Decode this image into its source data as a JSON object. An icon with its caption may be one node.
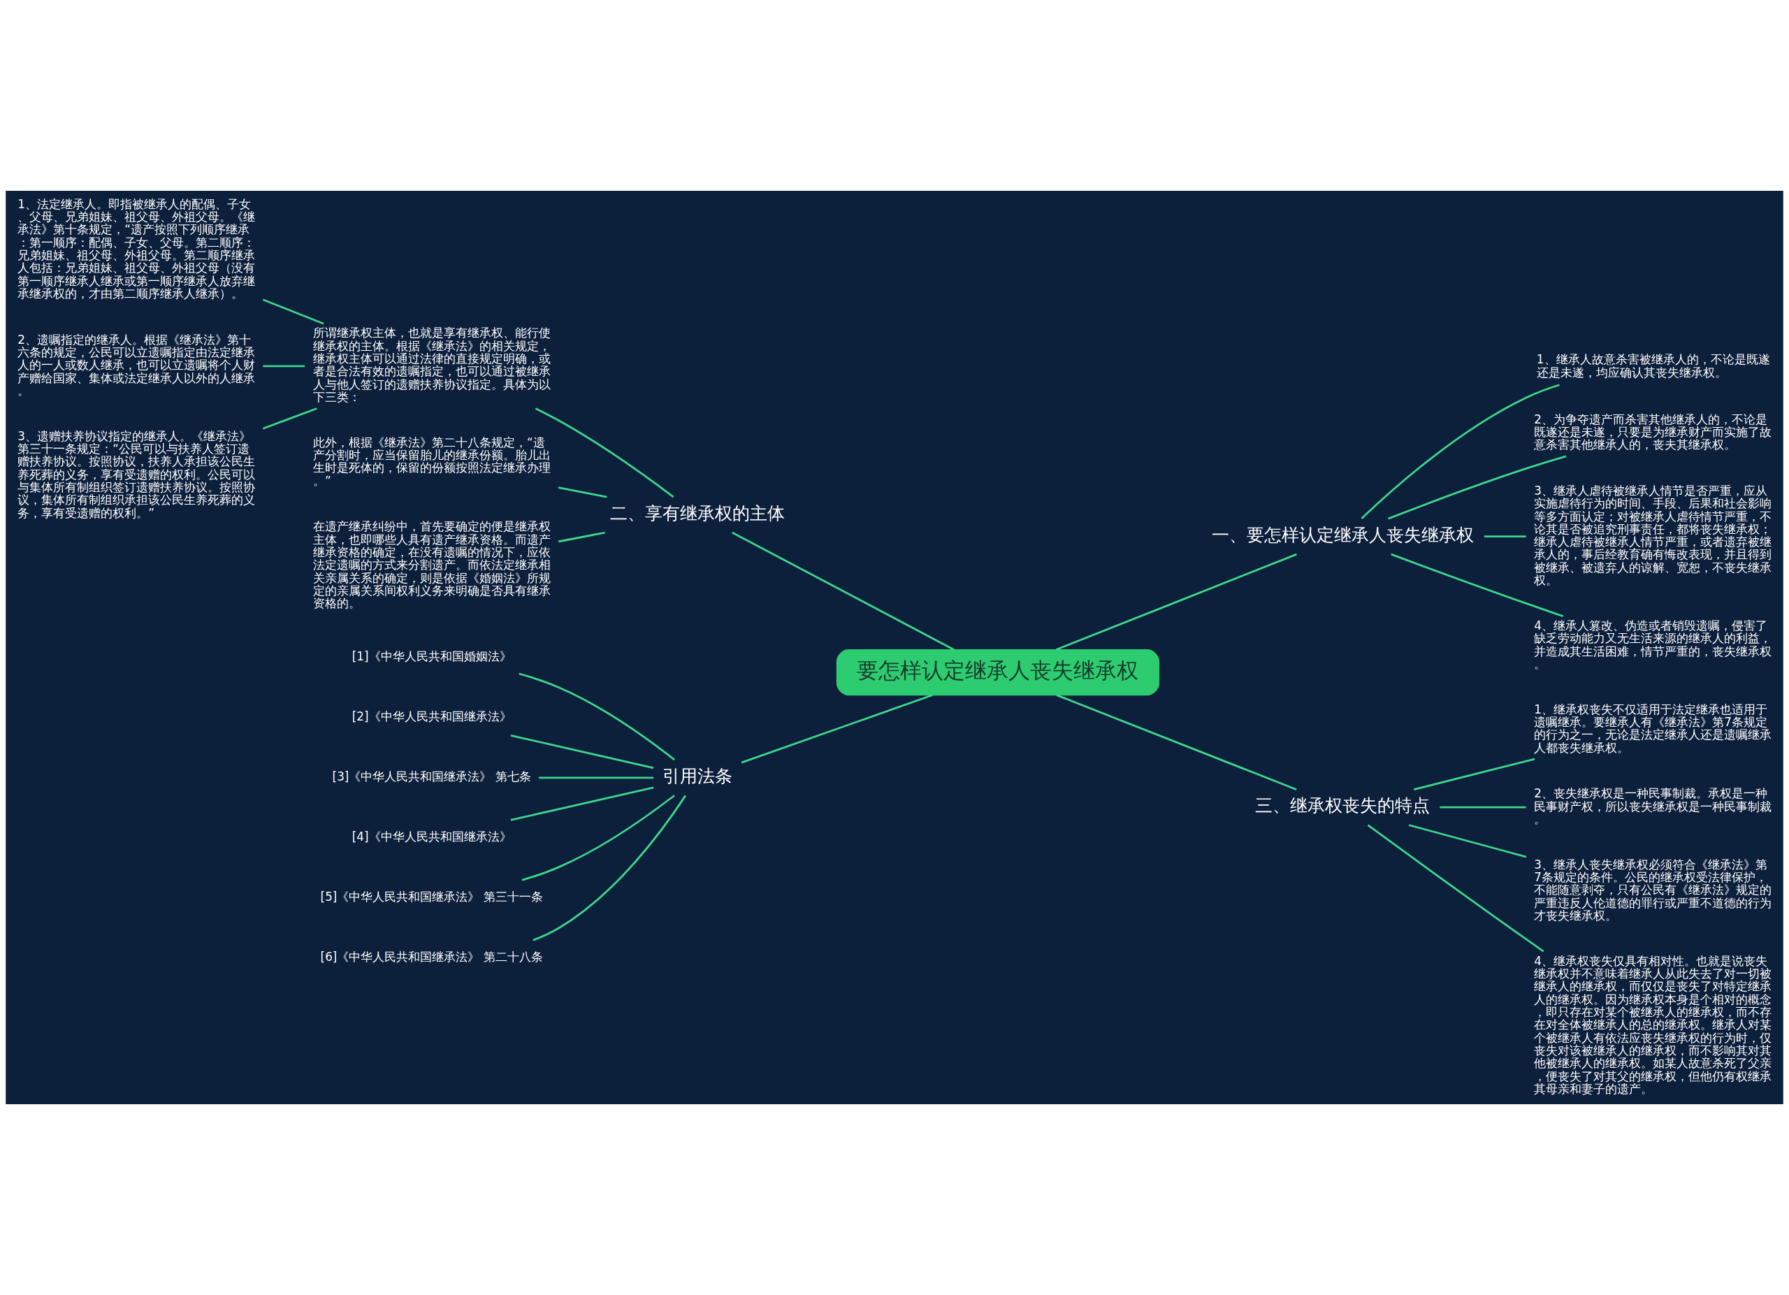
{
  "diagram": {
    "nodes": [
      {
        "text": [
          "要怎样认定继承人丧失继承权"
        ]
      },
      {
        "text": [
          "一、要怎样认定继承人丧失继承权"
        ]
      },
      {
        "text": [
          "1、继承人故意杀害被继承人的，不论是既遂还是未遂，均应确认其丧失继承权。"
        ]
      },
      {
        "text": [
          "2、为争夺遗产而杀害其他继承人的，不论是既遂还是未遂，只要是为继承财产而实施了故意杀害其他继承人的，丧夫其继承权。"
        ]
      },
      {
        "text": [
          "3、继承人虐待被继承人情节是否严重，应从实施虐待行为的时间、手段、后果和社会影响等多方面认定；对被继承人虐待情节严重，不论其是否被追究刑事责任，都将丧失继承权；继承人虐待被继承人情节严重，或者遗弃被继承人的，事后经教育确有悔改表现，并且得到被继承、被遗弃人的谅解、宽恕，不丧失继承权。"
        ]
      },
      {
        "text": [
          "4、继承人篡改、伪造或者销毁遗嘱，侵害了缺乏劳动能力又无生活来源的继承人的利益，并造成其生活困难，情节严重的，丧失继承权。"
        ]
      },
      {
        "text": [
          "三、继承权丧失的特点"
        ]
      },
      {
        "text": [
          "1、继承权丧失不仅适用于法定继承也适用于遗嘱继承。要继承人有《继承法》第7条规定的行为之一，无论是法定继承人还是遗嘱继承人都丧失继承权。"
        ]
      },
      {
        "text": [
          "2、丧失继承权是一种民事制裁。承权是一种民事财产权，所以丧失继承权是一种民事制裁。"
        ]
      },
      {
        "text": [
          "3、继承人丧失继承权必须符合《继承法》第7条规定的条件。公民的继承权受法律保护，不能随意剥夺，只有公民有《继承法》规定的严重违反人伦道德的罪行或严重不道德的行为才丧失继承权。"
        ]
      },
      {
        "text": [
          "4、继承权丧失仅具有相对性。也就是说丧失继承权并不意味着继承人从此失去了对一切被继承人的继承权，而仅仅是丧失了对特定继承人的继承权。因为继承权本身是个相对的概念，即只存在对某个被继承人的继承权，而不存在对全体被继承人的总的继承权。继承人对某个被继承人有依法应丧失继承权的行为时，仅丧失对该被继承人的继承权，而不影响其对其他被继承人的继承权。如某人故意杀死了父亲，便丧失了对其父的继承权，但他仍有权继承其母亲和妻子的遗产。"
        ]
      },
      {
        "text": [
          "二、享有继承权的主体"
        ]
      },
      {
        "text": [
          "所谓继承权主体，也就是享有继承权、能行使继承权的主体。根据《继承法》的相关规定，继承权主体可以通过法律的直接规定明确，或者是合法有效的遗嘱指定，也可以通过被继承人与他人签订的遗赠扶养协议指定。具体为以下三类："
        ]
      },
      {
        "text": [
          "1、法定继承人。即指被继承人的配偶、子女、父母、兄弟姐妹、祖父母、外祖父母。《继承法》第十条规定，“遗产按照下列顺序继承：第一顺序：配偶、子女、父母。第二顺序：兄弟姐妹、祖父母、外祖父母。第二顺序继承人包括：兄弟姐妹、祖父母、外祖父母（没有第一顺序继承人继承或第一顺序继承人放弃继承继承权的，才由第二顺序继承人继承）。"
        ]
      },
      {
        "text": [
          "2、遗嘱指定的继承人。根据《继承法》第十六条的规定，公民可以立遗嘱指定由法定继承人的一人或数人继承，也可以立遗嘱将个人财产赠给国家、集体或法定继承人以外的人继承。"
        ]
      },
      {
        "text": [
          "3、遗赠扶养协议指定的继承人。《继承法》第三十一条规定：“公民可以与扶养人签订遗赠扶养协议。按照协议，扶养人承担该公民生养死葬的义务，享有受遗赠的权利。公民可以与集体所有制组织签订遗赠扶养协议。按照协议，集体所有制组织承担该公民生养死葬的义务，享有受遗赠的权利。”"
        ]
      },
      {
        "text": [
          "此外，根据《继承法》第二十八条规定，“遗产分割时，应当保留胎儿的继承份额。胎儿出生时是死体的，保留的份额按照法定继承办理。”"
        ]
      },
      {
        "text": [
          "在遗产继承纠纷中，首先要确定的便是继承权主体，也即哪些人具有遗产继承资格。而遗产继承资格的确定，在没有遗嘱的情况下，应依法定遗嘱的方式来分割遗产。而依法定继承相关亲属关系的确定，则是依据《婚姻法》所规定的亲属关系间权利义务来明确是否具有继承资格的。"
        ]
      },
      {
        "text": [
          "引用法条"
        ]
      },
      {
        "text": [
          "[1]《中华人民共和国婚姻法》"
        ]
      },
      {
        "text": [
          "[2]《中华人民共和国继承法》"
        ]
      },
      {
        "text": [
          "[3]《中华人民共和国继承法》 第七条"
        ]
      },
      {
        "text": [
          "[4]《中华人民共和国继承法》"
        ]
      },
      {
        "text": [
          "[5]《中华人民共和国继承法》 第三十一条"
        ]
      },
      {
        "text": [
          "[6]《中华人民共和国继承法》 第二十八条"
        ]
      }
    ],
    "edges": [
      {
        "from": 0,
        "to": 1,
        "arrow": "none"
      },
      {
        "from": 1,
        "to": 2,
        "arrow": "none"
      },
      {
        "from": 1,
        "to": 3,
        "arrow": "none"
      },
      {
        "from": 1,
        "to": 4,
        "arrow": "none"
      },
      {
        "from": 1,
        "to": 5,
        "arrow": "none"
      },
      {
        "from": 0,
        "to": 6,
        "arrow": "none"
      },
      {
        "from": 6,
        "to": 7,
        "arrow": "none"
      },
      {
        "from": 6,
        "to": 8,
        "arrow": "none"
      },
      {
        "from": 6,
        "to": 9,
        "arrow": "none"
      },
      {
        "from": 6,
        "to": 10,
        "arrow": "none"
      },
      {
        "from": 0,
        "to": 11,
        "arrow": "none"
      },
      {
        "from": 11,
        "to": 12,
        "arrow": "none"
      },
      {
        "from": 12,
        "to": 13,
        "arrow": "none"
      },
      {
        "from": 12,
        "to": 14,
        "arrow": "none"
      },
      {
        "from": 12,
        "to": 15,
        "arrow": "none"
      },
      {
        "from": 11,
        "to": 16,
        "arrow": "none"
      },
      {
        "from": 11,
        "to": 17,
        "arrow": "none"
      },
      {
        "from": 0,
        "to": 18,
        "arrow": "none"
      },
      {
        "from": 18,
        "to": 19,
        "arrow": "none"
      },
      {
        "from": 18,
        "to": 20,
        "arrow": "none"
      },
      {
        "from": 18,
        "to": 21,
        "arrow": "none"
      },
      {
        "from": 18,
        "to": 22,
        "arrow": "none"
      },
      {
        "from": 18,
        "to": 23,
        "arrow": "none"
      },
      {
        "from": 18,
        "to": 24,
        "arrow": "none"
      }
    ]
  }
}
